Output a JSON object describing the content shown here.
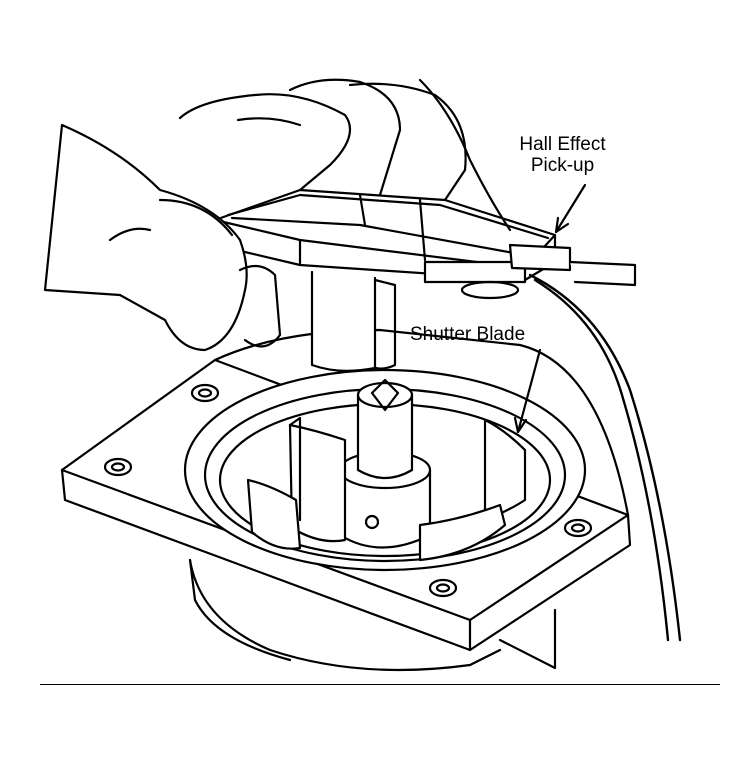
{
  "labels": {
    "hall_effect_line1": "Hall Effect",
    "hall_effect_line2": "Pick-up",
    "shutter_blade": "Shutter Blade"
  },
  "colors": {
    "ink": "#000000",
    "paper": "#ffffff"
  }
}
